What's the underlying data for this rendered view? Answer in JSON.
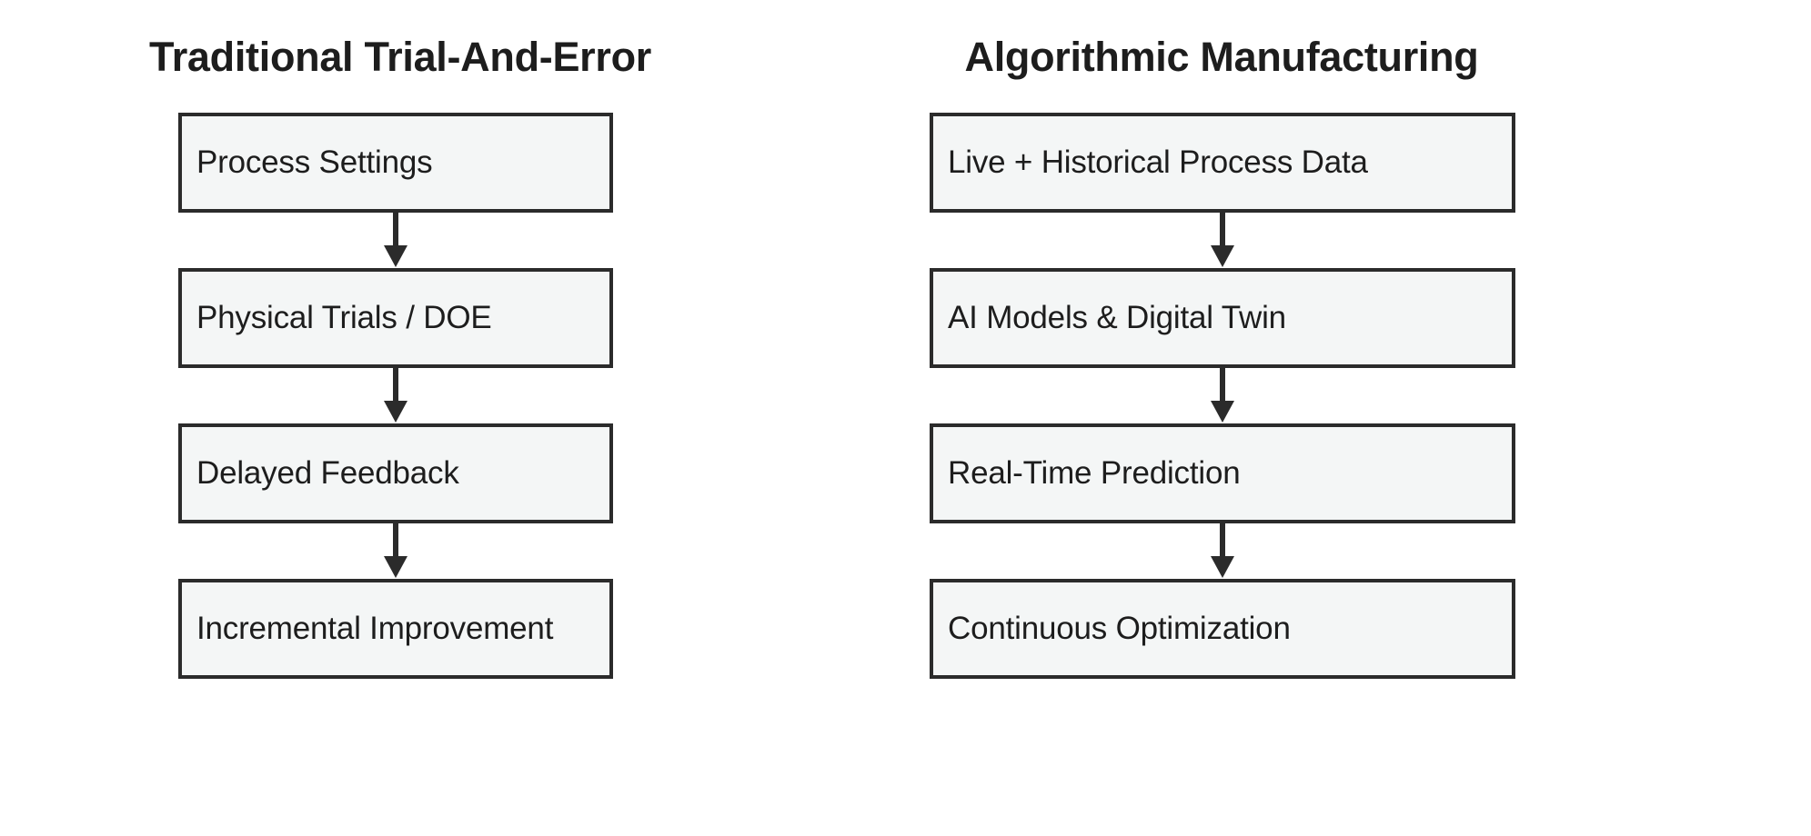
{
  "diagram": {
    "type": "flowchart-comparison",
    "background_color": "#ffffff",
    "node_fill_color": "#f4f6f6",
    "node_border_color": "#2b2b2b",
    "text_color": "#1d1d1d",
    "arrow_color": "#2b2b2b",
    "columns": [
      {
        "id": "traditional",
        "title": "Traditional Trial-And-Error",
        "nodes": [
          {
            "label": "Process Settings"
          },
          {
            "label": "Physical Trials / DOE"
          },
          {
            "label": "Delayed Feedback"
          },
          {
            "label": "Incremental Improvement"
          }
        ],
        "connectors": [
          {
            "from": "Process Settings",
            "to": "Physical Trials / DOE",
            "kind": "arrow-down"
          },
          {
            "from": "Physical Trials / DOE",
            "to": "Delayed Feedback",
            "kind": "arrow-down"
          },
          {
            "from": "Delayed Feedback",
            "to": "Incremental Improvement",
            "kind": "arrow-down"
          }
        ]
      },
      {
        "id": "algorithmic",
        "title": "Algorithmic Manufacturing",
        "nodes": [
          {
            "label": "Live + Historical Process Data"
          },
          {
            "label": "AI Models & Digital Twin"
          },
          {
            "label": "Real-Time Prediction"
          },
          {
            "label": "Continuous Optimization"
          }
        ],
        "connectors": [
          {
            "from": "Live + Historical Process Data",
            "to": "AI Models & Digital Twin",
            "kind": "arrow-down"
          },
          {
            "from": "AI Models & Digital Twin",
            "to": "Real-Time Prediction",
            "kind": "arrow-down"
          },
          {
            "from": "Real-Time Prediction",
            "to": "Continuous Optimization",
            "kind": "arrow-down"
          }
        ]
      }
    ]
  }
}
